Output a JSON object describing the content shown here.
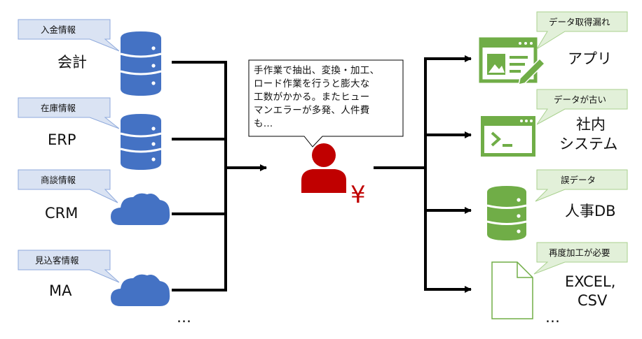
{
  "colors": {
    "db_blue": "#4472C4",
    "cloud_blue": "#4472C4",
    "green": "#70AD47",
    "person_red": "#C00000",
    "callout_blue_fill": "#DAE3F3",
    "callout_blue_stroke": "#8FAADC",
    "callout_green_fill": "#E2F0D9",
    "callout_green_stroke": "#A9D18E",
    "line": "#000000"
  },
  "sources": [
    {
      "tag": "入金情報",
      "label": "会計",
      "icon": "database-icon"
    },
    {
      "tag": "在庫情報",
      "label": "ERP",
      "icon": "database-icon"
    },
    {
      "tag": "商談情報",
      "label": "CRM",
      "icon": "cloud-icon"
    },
    {
      "tag": "見込客情報",
      "label": "MA",
      "icon": "cloud-icon"
    }
  ],
  "sources_more": "…",
  "center": {
    "note_lines": [
      "手作業で抽出、変換・加工、",
      "ロード作業を行うと膨大な",
      "工数がかかる。またヒュー",
      "マンエラーが多発、人件費",
      "も…"
    ],
    "icon": "person-icon",
    "cost_symbol": "¥"
  },
  "targets": [
    {
      "tag": "データ取得漏れ",
      "label_lines": [
        "アプリ"
      ],
      "icon": "app-window-icon"
    },
    {
      "tag": "データが古い",
      "label_lines": [
        "社内",
        "システム"
      ],
      "icon": "terminal-icon"
    },
    {
      "tag": "誤データ",
      "label_lines": [
        "人事DB"
      ],
      "icon": "database-icon"
    },
    {
      "tag": "再度加工が必要",
      "label_lines": [
        "EXCEL,",
        "CSV"
      ],
      "icon": "document-icon"
    }
  ],
  "targets_more": "…"
}
